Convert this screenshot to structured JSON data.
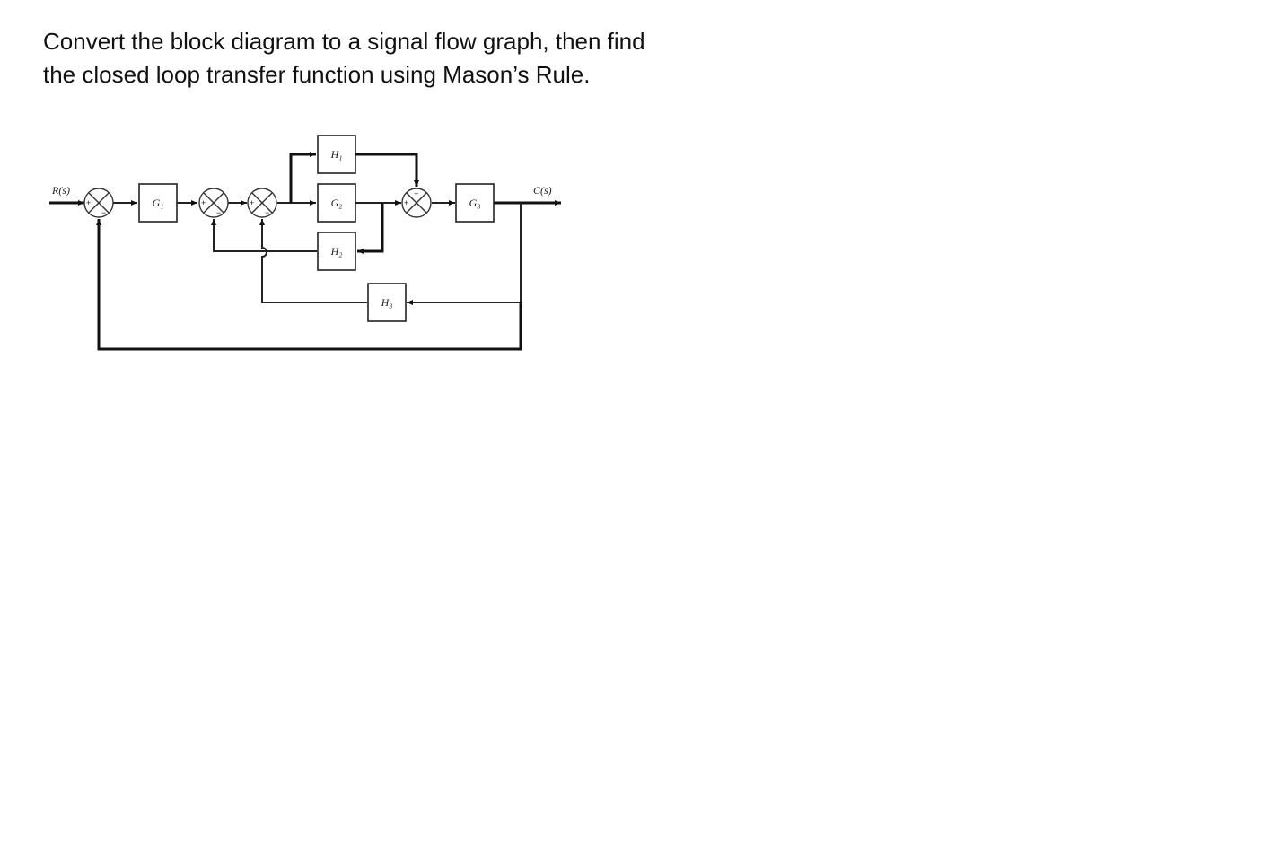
{
  "question": {
    "line1": "Convert the block diagram to a signal flow graph, then find",
    "line2": "the closed loop transfer function using Mason’s Rule."
  },
  "diagram": {
    "input_label": "R(s)",
    "output_label": "C(s)",
    "blocks": {
      "g1": "G₁",
      "g2": "G₂",
      "g3": "G₃",
      "h1": "H₁",
      "h2": "H₂",
      "h3": "H₃"
    },
    "signs": {
      "sj1_in": "+",
      "sj1_fb": "−",
      "sj2_in": "+",
      "sj2_fb": "−",
      "sj3_in": "+",
      "sj3_fb": "−",
      "sj4_in": "+",
      "sj4_top": "+"
    }
  }
}
